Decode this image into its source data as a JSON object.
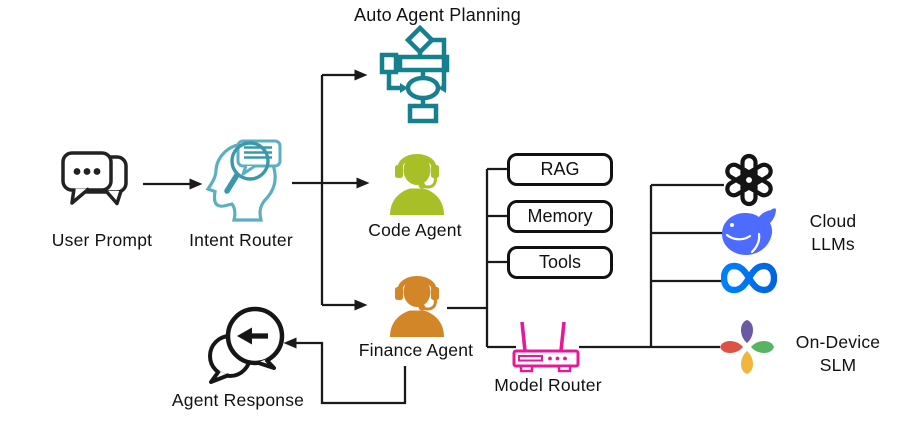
{
  "diagram": {
    "nodes": {
      "auto_agent_planning": {
        "label": "Auto Agent Planning"
      },
      "user_prompt": {
        "label": "User Prompt"
      },
      "intent_router": {
        "label": "Intent Router"
      },
      "code_agent": {
        "label": "Code Agent"
      },
      "finance_agent": {
        "label": "Finance Agent"
      },
      "model_router": {
        "label": "Model Router"
      },
      "agent_response": {
        "label": "Agent Response"
      },
      "cloud_llms": {
        "label": "Cloud\nLLMs"
      },
      "on_device_slm": {
        "label": "On-Device\nSLM"
      }
    },
    "capabilities": [
      {
        "label": "RAG"
      },
      {
        "label": "Memory"
      },
      {
        "label": "Tools"
      }
    ],
    "icons": {
      "user_prompt": "chat-bubbles-icon",
      "intent_router": "head-magnifier-icon",
      "auto_agent_planning": "flowchart-icon",
      "code_agent": "headset-agent-icon",
      "finance_agent": "headset-agent-icon",
      "model_router": "wifi-router-icon",
      "agent_response": "reply-bubbles-icon",
      "cloud_llms": [
        "openai-logo-icon",
        "deepseek-logo-icon",
        "meta-logo-icon"
      ],
      "on_device_slm": "four-petal-icon"
    },
    "colors": {
      "line": "#1a1a1a",
      "teal": "#17808F",
      "teal_mid": "#3B98AA",
      "teal_light": "#5BAFC0",
      "agent_green": "#A9BF27",
      "agent_orange": "#D28628",
      "router_pink": "#E8189B",
      "openai_black": "#141414",
      "deepseek_blue": "#4D6BFE",
      "meta_blue_a": "#0081FB",
      "meta_blue_b": "#0064E0",
      "petal_purple": "#6A59A3",
      "petal_red": "#DD5147",
      "petal_green": "#57B460",
      "petal_yellow": "#EFB73E"
    }
  }
}
